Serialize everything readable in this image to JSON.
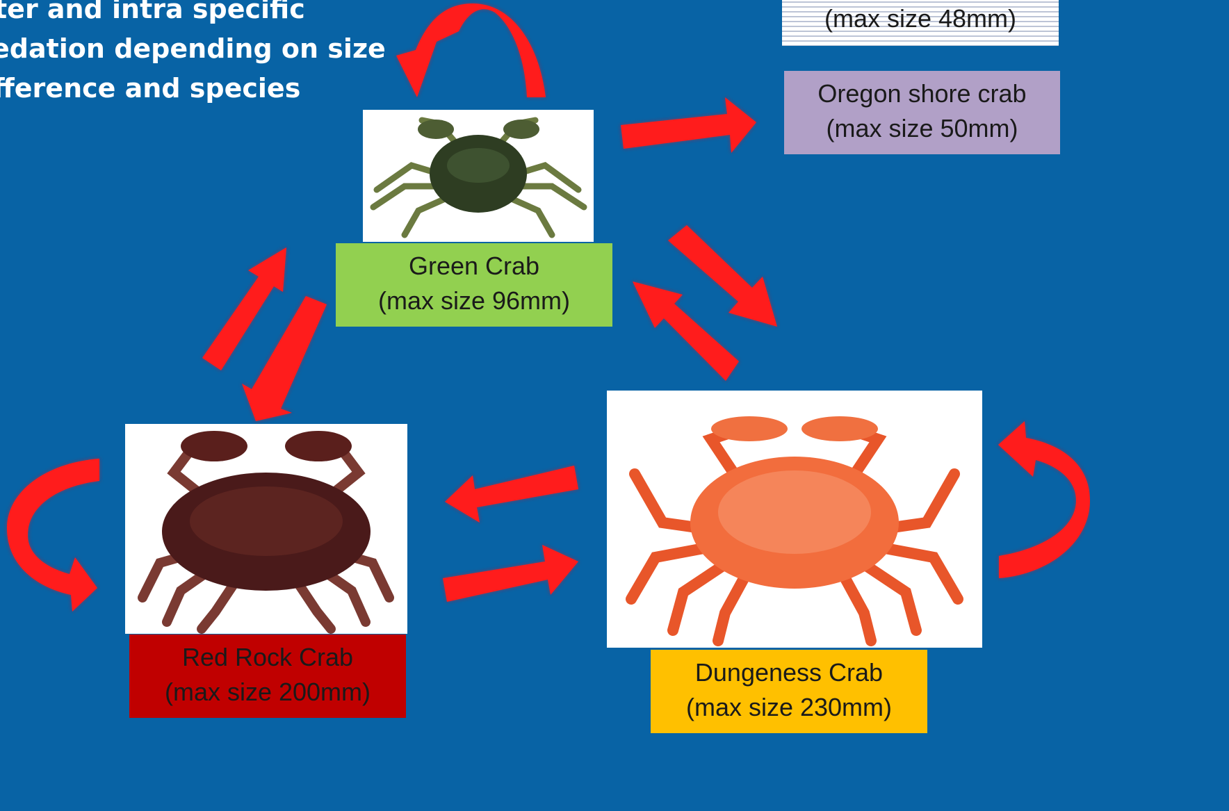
{
  "heading": {
    "line1": "ter and intra specific",
    "line2": "edation depending on size",
    "line3": "fference and species"
  },
  "species": [
    {
      "name": "Green Crab",
      "size": "(max size 96mm)",
      "label_color": "#92d050"
    },
    {
      "name": "Oregon shore crab",
      "size": "(max size 50mm)",
      "label_color": "#b1a0c7"
    },
    {
      "name": "",
      "size": "(max size 48mm)",
      "label_color": "#ffffff"
    },
    {
      "name": "Red Rock Crab",
      "size": "(max size 200mm)",
      "label_color": "#c00000"
    },
    {
      "name": "Dungeness Crab",
      "size": "(max size 230mm)",
      "label_color": "#ffc000"
    }
  ],
  "colors": {
    "background": "#0863a5",
    "arrow": "#ff1a1a"
  }
}
